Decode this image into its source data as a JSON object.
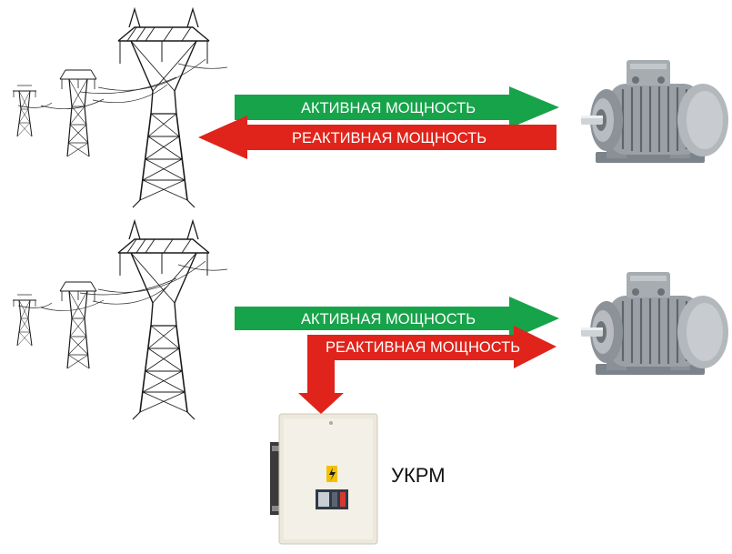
{
  "colors": {
    "active": "#17a34a",
    "reactive": "#e0241b",
    "tower_stroke": "#1a1a1a",
    "motor_body": "#9aa0a6",
    "cabinet": "#ece8dc"
  },
  "top": {
    "active_label": "АКТИВНАЯ МОЩНОСТЬ",
    "reactive_label": "РЕАКТИВНАЯ МОЩНОСТЬ"
  },
  "bottom": {
    "active_label": "АКТИВНАЯ МОЩНОСТЬ",
    "reactive_label": "РЕАКТИВНАЯ МОЩНОСТЬ"
  },
  "compensator": {
    "label": "УКРМ"
  },
  "icons": {
    "tower": "transmission-tower-icon",
    "motor": "electric-motor-icon",
    "cabinet": "electrical-cabinet-icon",
    "warning": "lightning-warning-icon"
  }
}
